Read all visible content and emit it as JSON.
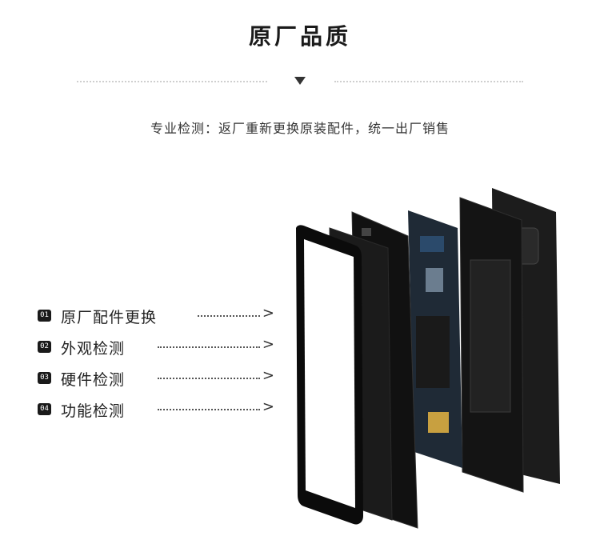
{
  "header": {
    "title": "原厂品质",
    "divider_icon": "triangle-down-icon"
  },
  "subtitle": "专业检测：返厂重新更换原装配件，统一出厂销售",
  "features": [
    {
      "num": "01",
      "label": "原厂配件更换",
      "arrow": ">"
    },
    {
      "num": "02",
      "label": "外观检测",
      "arrow": ">"
    },
    {
      "num": "03",
      "label": "硬件检测",
      "arrow": ">"
    },
    {
      "num": "04",
      "label": "功能检测",
      "arrow": ">"
    }
  ],
  "illustration": {
    "subject": "exploded-phone-icon",
    "colors": {
      "body": "#1b1b1b",
      "glass": "#ffffff",
      "board": "#2b4a6b",
      "accent": "#c8a040"
    }
  }
}
